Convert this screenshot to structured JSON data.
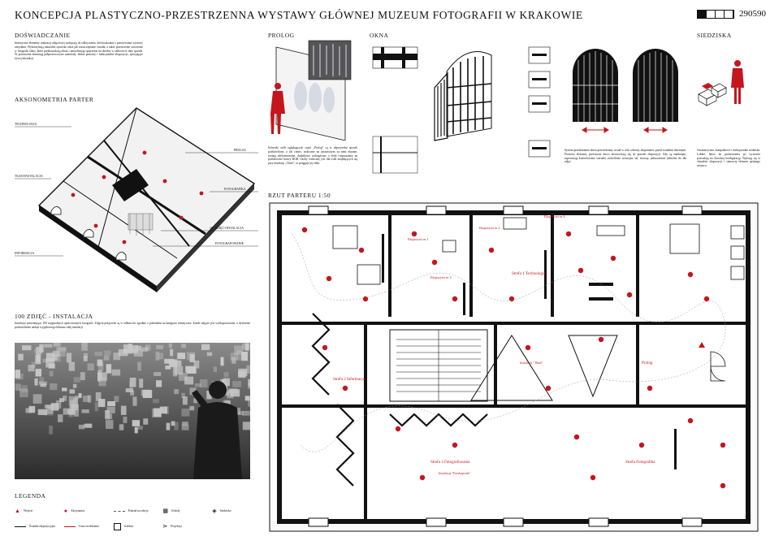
{
  "poster": {
    "title": "KONCEPCJA PLASTYCZNO-PRZESTRZENNA WYSTAWY GŁÓWNEJ MUZEUM FOTOGRAFII W KRAKOWIE",
    "code": "290590"
  },
  "sections": {
    "doswiadczanie": {
      "heading": "DOŚWIADCZANIE",
      "text": "Intensywne elementy aranżacji zdjęciowej zachęcają do odkrywania, doświadczania i przeżywania wystawy zmysłami. Wykorzystują naturalne zjawisko takie jak rozszczepianie światła, a także przestrzenie stworzone w fotografii filmy, które przekształcają obraz i umożliwiają spojrzenie na obiekty w całkowicie inny sposób. W przestrzeni dominują półprzezroczyste materiały, lekkie pomosty i funkcjonalne ekspozycje, sprzyjające żywej interakcji."
    },
    "aksonometria": {
      "heading": "AKSONOMETRIA PARTER",
      "labels_left": [
        "TECHNOLOGIA",
        "TŁUM-INSTALACJA",
        "INFORMACJA"
      ],
      "labels_right": [
        "PROLOG",
        "FOTOGRAFIKA",
        "100 ZDJĘĆ-INSTALACJA",
        "FOTOGRAFOWANIE"
      ]
    },
    "instalacja": {
      "heading": "100 ZDJĘĆ - INSTALACJA",
      "text": "Instalacja prezentująca 100 oryginalnych opracowanych fotografii. Zdjęcia połączone są w odbiorców zgodnie z podziałem na kategorie tematyczne. Każde zdjęcie jest wyeksponowane, a dyskretne podświetlenie nadaje wyjątkowego klimatu całej instalacji."
    },
    "legenda": {
      "heading": "LEGENDA",
      "items": [
        "Wejście",
        "Ścianka ekspozycyjna",
        "Akcjonariat",
        "Trasa zwiedzania",
        "Podział na sekcje",
        "Gablota",
        "Schody",
        "Projekcja",
        "Siedzisko"
      ]
    },
    "prolog": {
      "heading": "PROLOG",
      "text": "Sylwetki osób oglądających część „Prolog” są w odpowiedni sposób podświetlone, a ich cienie, widoczne na ustawionym za nimi ekranie, zostają zdeformowane, dodatkowo wzbogacone o efekt rozpraszania na podstawowe barwy RGB. Osoby widoczny jest dla osób znajdujących się przy instalacji „Tłum”, co potęguje jej efekt."
    },
    "okna": {
      "heading": "OKNA",
      "text": "System przesłaniania okien przewidziany został w celu ochrony eksponatów przed światłem dziennym. Pionowe elementy przesuwne łatwo dostosowują się do potrzeb ekspozycji. Gdy są zamknięte, zapewniają kontrolowane warunki oświetlenia wewnątrz sal, tworząc jednocześnie jednolite tło dla zdjęć."
    },
    "siedziska": {
      "heading": "SIEDZISKA",
      "text": "Geometryczne, kompaktowe i funkcjonalne siedziska. Lekkie, łatwe do przenoszenia po wystawie pozwalają na dowolną konfigurację. Wpisują się w charakter ekspozycji i stanowią element spójnego zestawu."
    },
    "rzut": {
      "heading": "RZUT PARTERU 1:50",
      "rooms": [
        "Strefa 1\nTechnologia",
        "Strefa 2\nInformacja",
        "Strefa 3\nFotografowanie",
        "Prolog",
        "Strefa\nFotografika"
      ],
      "annotations": [
        "Ekspozytor nr 1",
        "Ekspozytor nr 2",
        "Ekspozytor nr 3",
        "Ekspozytor nr 4",
        "Instalacja \"Tłum\"",
        "Instalacja \"Fotokapsuła\""
      ]
    }
  },
  "colors": {
    "accent": "#c4161c",
    "ink": "#111111",
    "paper": "#ffffff"
  }
}
